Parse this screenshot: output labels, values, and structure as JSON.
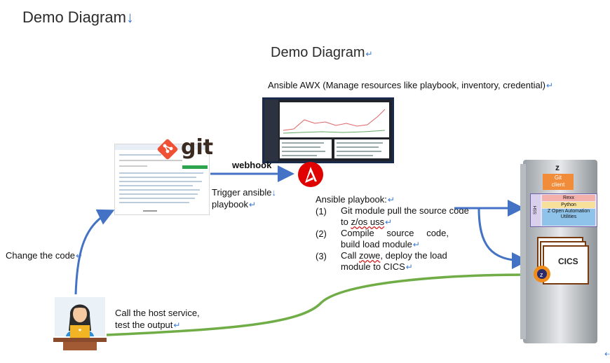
{
  "header": {
    "title": "Demo Diagram",
    "title_mark": "↓"
  },
  "diagram": {
    "title": "Demo Diagram",
    "awx_label": "Ansible AWX (Manage resources like playbook, inventory, credential)",
    "webhook_label": "webhook",
    "trigger_line1": "Trigger ansible",
    "trigger_line2": "playbook",
    "change_code_label": "Change the code",
    "call_host_line1": "Call  the  host  service,",
    "call_host_line2": "test the output",
    "playbook": {
      "title": "Ansible playbook:",
      "steps": [
        {
          "num": "(1)",
          "pre": "Git module pull the source code to ",
          "squiggle": "z/os uss",
          "post": ""
        },
        {
          "num": "(2)",
          "pre": "Compile   source   code, build load module",
          "squiggle": "",
          "post": ""
        },
        {
          "num": "(3)",
          "pre": "Call ",
          "squiggle": "zowe",
          "post": ", deploy the load module to CICS"
        }
      ]
    },
    "git_logo_text": "git",
    "mainframe": {
      "top_label": "z",
      "git_client_line1": "Git",
      "git_client_line2": "client",
      "ssh_label": "SSH",
      "stack": [
        "Rexx",
        "Python",
        "Z Open Automation Utilities"
      ],
      "cics_label": "CICS"
    },
    "colors": {
      "arrow_blue": "#4472c4",
      "arrow_green": "#70ad47",
      "ansible_red": "#e00000",
      "git_orange": "#f05033",
      "git_client_orange": "#f08c3a"
    }
  }
}
